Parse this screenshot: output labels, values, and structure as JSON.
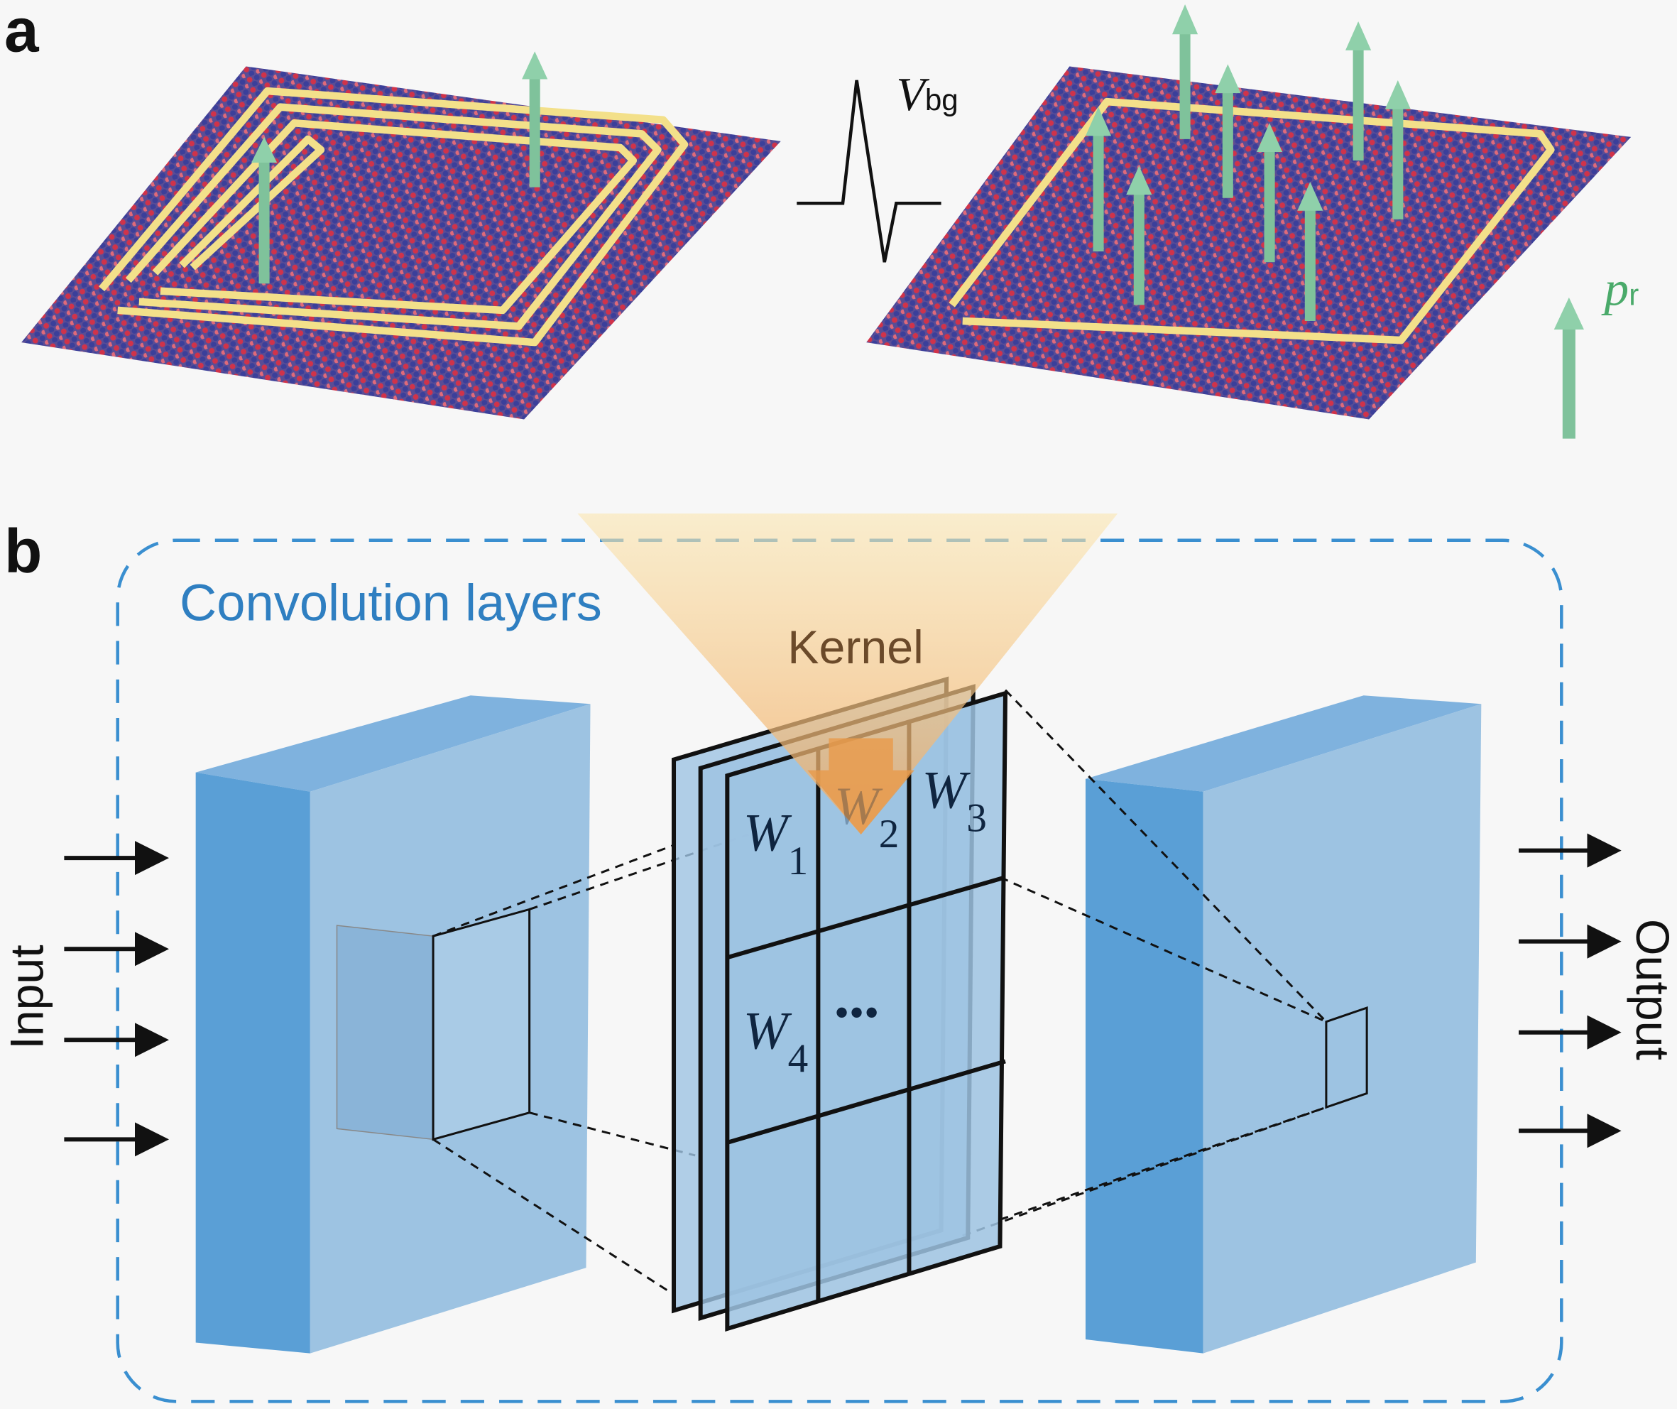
{
  "panel_a": {
    "label": "a",
    "voltage_label": {
      "main": "V",
      "sub": "bg"
    },
    "polarization_label": {
      "main": "p",
      "sub": "r"
    }
  },
  "panel_b": {
    "label": "b",
    "box_title": "Convolution layers",
    "kernel_label": "Kernel",
    "weights": [
      {
        "main": "W",
        "sub": "1"
      },
      {
        "main": "W",
        "sub": "2"
      },
      {
        "main": "W",
        "sub": "3"
      },
      {
        "main": "W",
        "sub": "4"
      }
    ],
    "ellipsis": "•••",
    "input_label": "Input",
    "output_label": "Output"
  },
  "colors": {
    "box_border": "#3a8fd0",
    "title_blue": "#2f7fc1",
    "block_dark": "#5a9fd6",
    "block_light": "#9dc3e2",
    "kernel_cone": "#f4c08a",
    "arrow_green": "#7fc29b",
    "lattice_red": "#d0334a",
    "lattice_blue": "#3b3f9a",
    "loop_yellow": "#f3e08a"
  }
}
